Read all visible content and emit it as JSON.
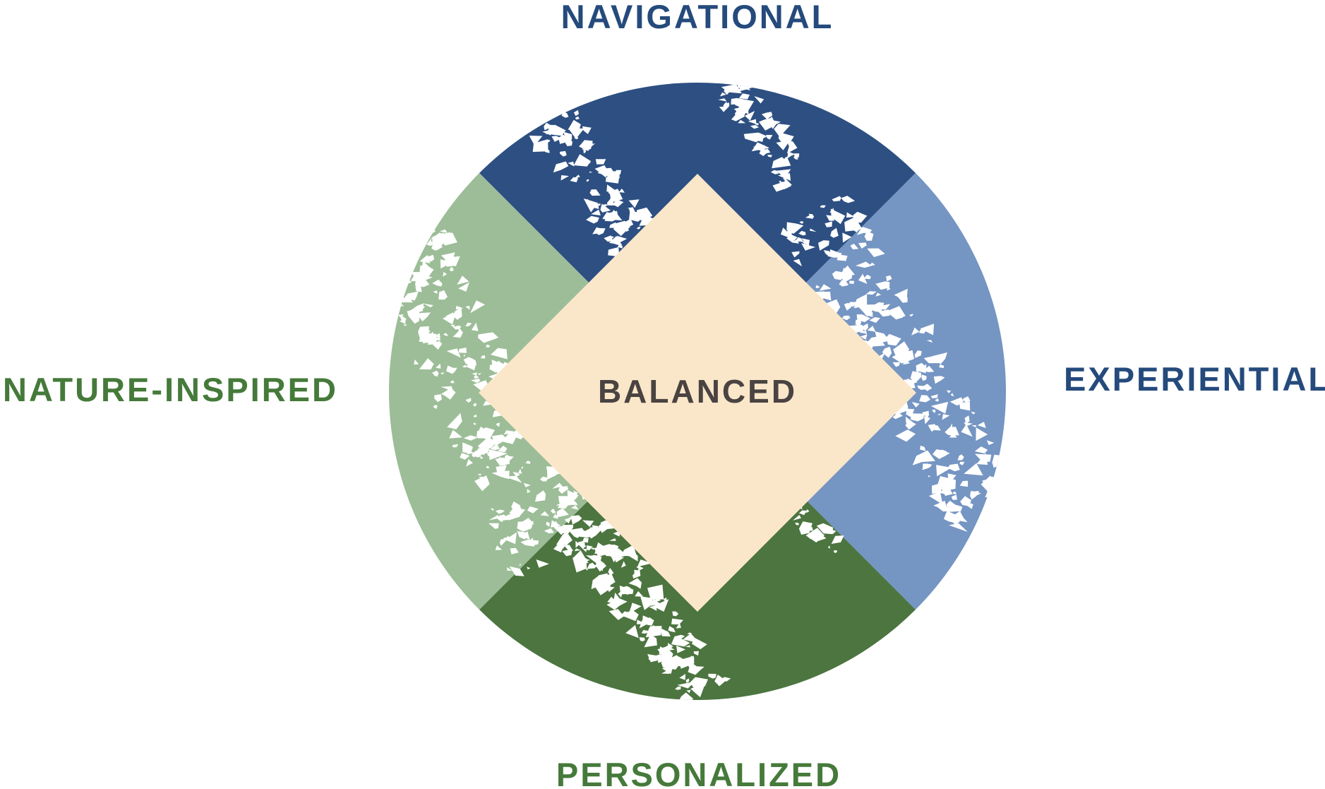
{
  "labels": {
    "top": "NAVIGATIONAL",
    "right": "EXPERIENTIAL",
    "bottom": "PERSONALIZED",
    "left": "NATURE-INSPIRED",
    "center": "BALANCED"
  },
  "colors": {
    "top": "#2d4f82",
    "right": "#7595c3",
    "bottom": "#4c7540",
    "left": "#9cbd97",
    "center": "#fae7c9",
    "label_blue": "#254a7c",
    "label_green": "#457a3a",
    "center_text": "#4a4342"
  }
}
